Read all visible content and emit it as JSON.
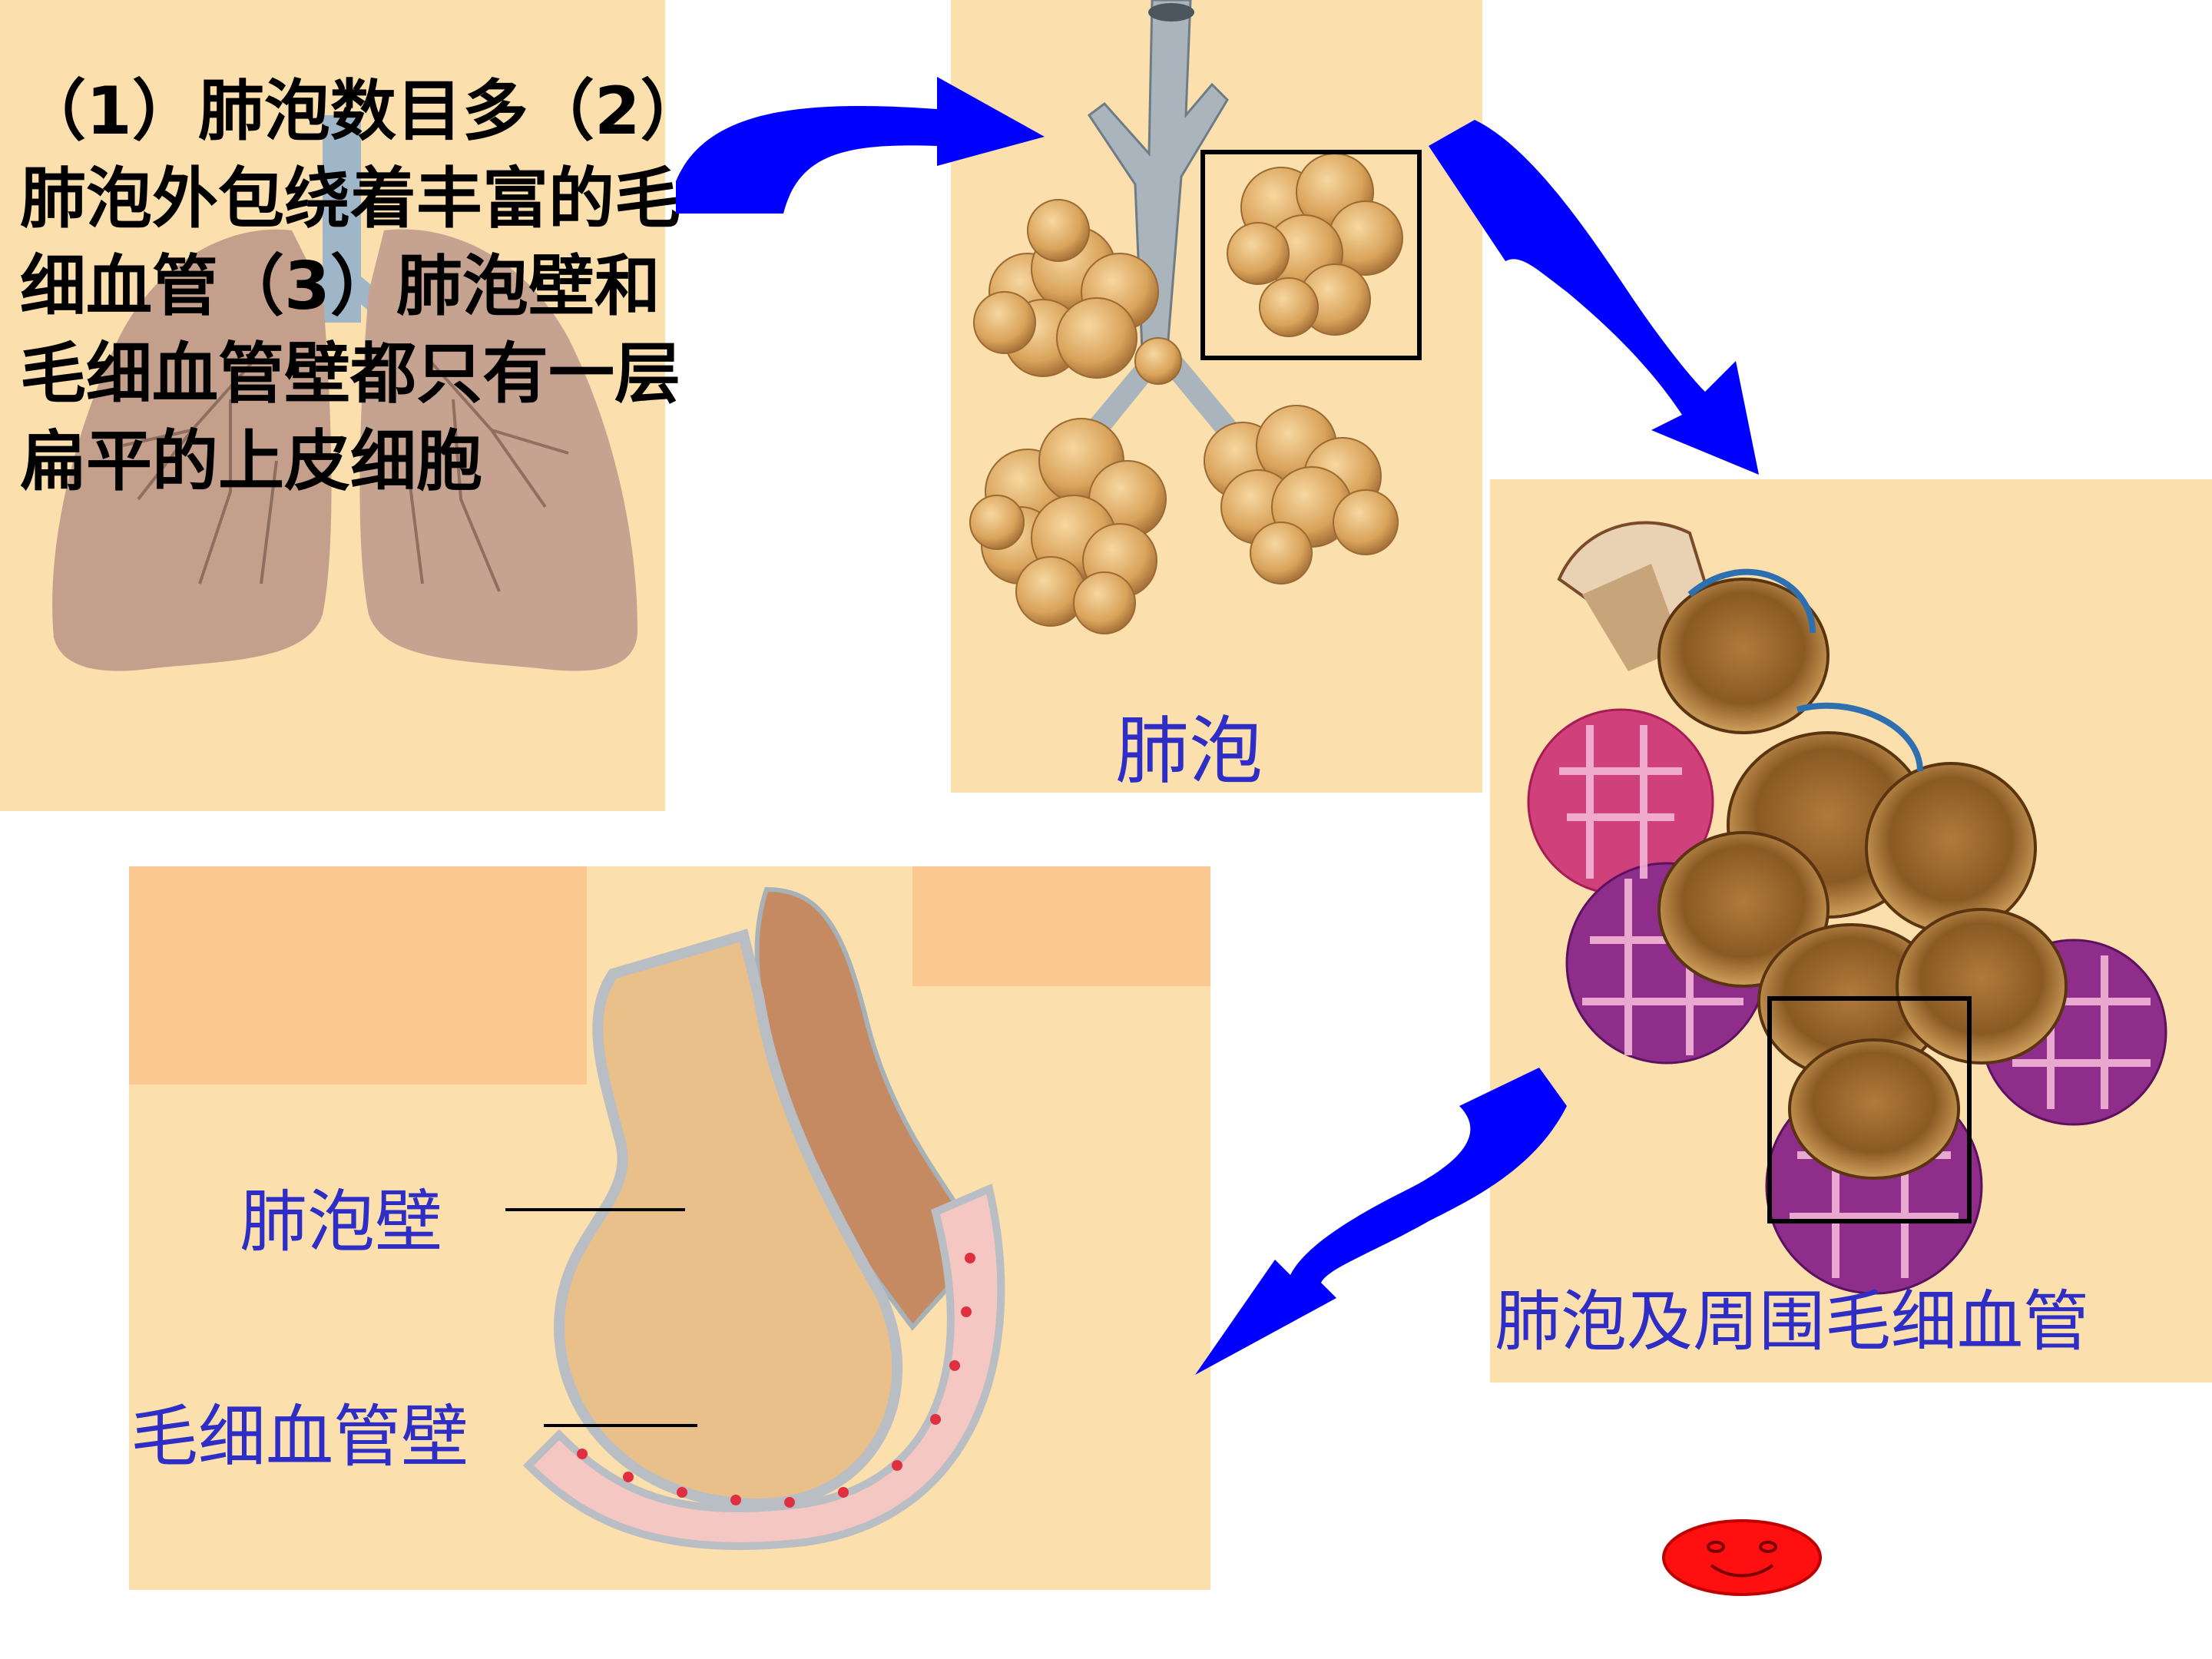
{
  "description": "（1）肺泡数目多（2）肺泡外包绕着丰富的毛细血管（3）肺泡壁和毛细血管壁都只有一层扁平的上皮细胞",
  "alveoli_caption": "肺泡",
  "capillary_caption": "肺泡及周围毛细血管",
  "wall_labels": {
    "alveolar_wall": "肺泡壁",
    "capillary_wall": "毛细血管壁"
  },
  "colors": {
    "panel_bg": "#fbdfad",
    "arrow": "#0000ff",
    "caption_text": "#2e2ec6",
    "smiley": "#ff0000"
  }
}
